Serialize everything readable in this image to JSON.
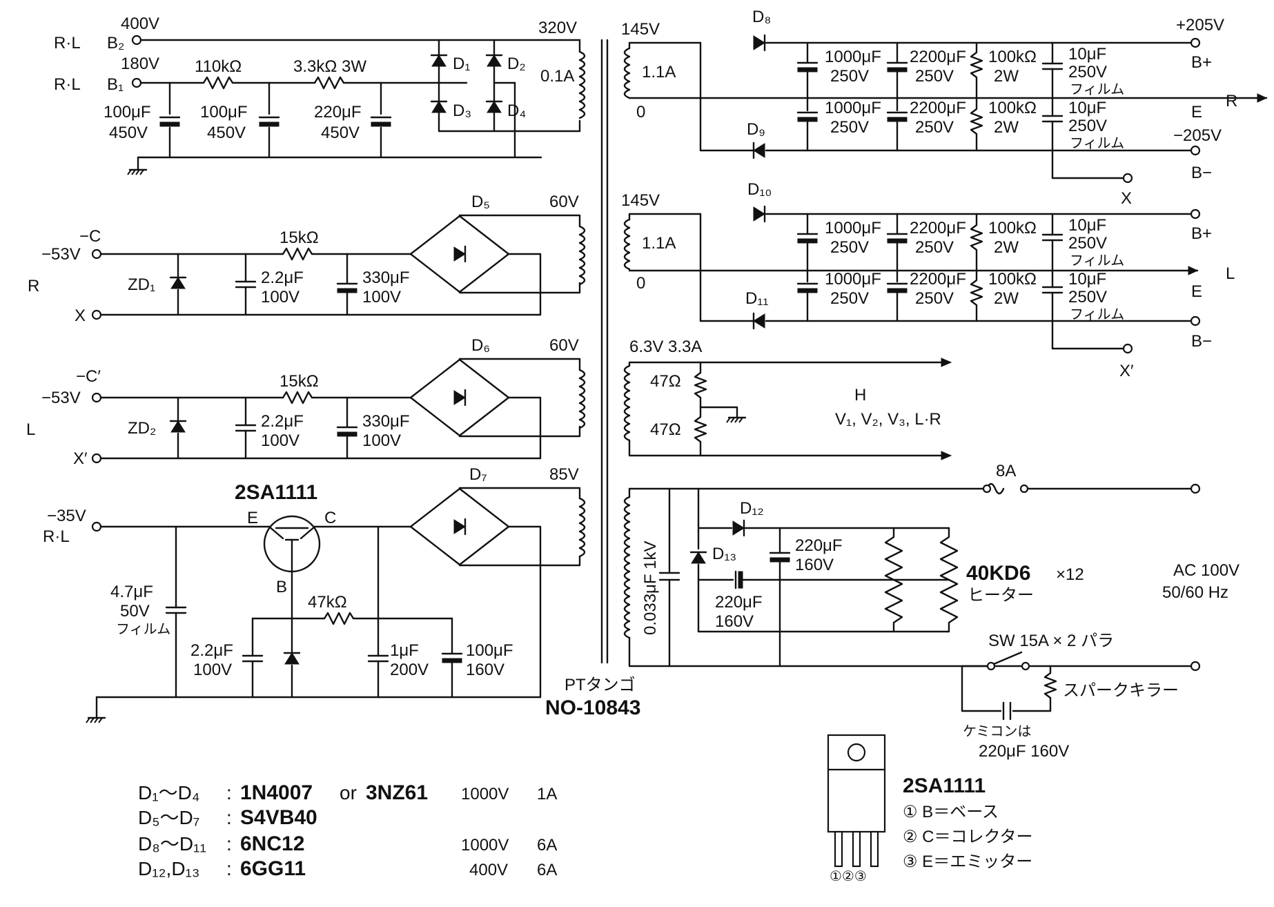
{
  "transformer": {
    "name": "PTタンゴ",
    "model": "NO-10843"
  },
  "top_supply": {
    "outputs": [
      {
        "node": "B₂",
        "voltage": "400V",
        "channel": "R·L"
      },
      {
        "node": "B₁",
        "voltage": "180V",
        "channel": "R·L"
      }
    ],
    "resistors": [
      "110kΩ",
      "3.3kΩ 3W"
    ],
    "capacitors": [
      {
        "value": "100μF",
        "rating": "450V"
      },
      {
        "value": "100μF",
        "rating": "450V"
      },
      {
        "value": "220μF",
        "rating": "450V"
      }
    ],
    "diodes": [
      "D₁",
      "D₂",
      "D₃",
      "D₄"
    ],
    "winding": {
      "voltage": "320V",
      "current": "0.1A"
    }
  },
  "bias_supplies": [
    {
      "channel": "R",
      "terminal": "−C",
      "voltage": "−53V",
      "x_terminal": "X",
      "zener": "ZD₁",
      "resistor": "15kΩ",
      "cap1": {
        "value": "2.2μF",
        "rating": "100V"
      },
      "cap2": {
        "value": "330μF",
        "rating": "100V"
      },
      "bridge": "D₅",
      "winding": "60V"
    },
    {
      "channel": "L",
      "terminal": "−C′",
      "voltage": "−53V",
      "x_terminal": "X′",
      "zener": "ZD₂",
      "resistor": "15kΩ",
      "cap1": {
        "value": "2.2μF",
        "rating": "100V"
      },
      "cap2": {
        "value": "330μF",
        "rating": "100V"
      },
      "bridge": "D₆",
      "winding": "60V"
    }
  ],
  "regulator": {
    "transistor": "2SA1111",
    "pins": {
      "e": "E",
      "c": "C",
      "b": "B"
    },
    "output_voltage": "−35V",
    "channel": "R·L",
    "cap_in": {
      "value": "4.7μF",
      "rating": "50V",
      "type": "フィルム"
    },
    "cap_b": {
      "value": "2.2μF",
      "rating": "100V"
    },
    "resistor": "47kΩ",
    "cap_c1": {
      "value": "1μF",
      "rating": "200V"
    },
    "cap_c2": {
      "value": "100μF",
      "rating": "160V"
    },
    "bridge": "D₇",
    "winding": "85V"
  },
  "hv_supplies": [
    {
      "channel": "R",
      "winding": "145V",
      "current": "1.1A",
      "tap": "0",
      "diode_pos": "D₈",
      "diode_neg": "D₉",
      "b_plus": "+205V",
      "b_minus": "−205V",
      "labels": {
        "bplus": "B+",
        "e": "E",
        "bminus": "B−",
        "x": "X"
      }
    },
    {
      "channel": "L",
      "winding": "145V",
      "current": "1.1A",
      "tap": "0",
      "diode_pos": "D₁₀",
      "diode_neg": "D₁₁",
      "b_plus": "",
      "b_minus": "",
      "labels": {
        "bplus": "B+",
        "e": "E",
        "bminus": "B−",
        "x": "X′"
      }
    }
  ],
  "hv_components": {
    "c1": {
      "value": "1000μF",
      "rating": "250V"
    },
    "c2": {
      "value": "2200μF",
      "rating": "250V"
    },
    "r": {
      "value": "100kΩ",
      "rating": "2W"
    },
    "c3": {
      "value": "10μF",
      "rating": "250V",
      "type": "フィルム"
    }
  },
  "heater_supply": {
    "winding": "6.3V 3.3A",
    "resistors": [
      "47Ω",
      "47Ω"
    ],
    "label_h": "H",
    "tubes": "V₁, V₂, V₃, L·R"
  },
  "mains": {
    "fuse": "8A",
    "cap": "0.033μF 1kV",
    "diode_a": "D₁₂",
    "diode_b": "D₁₃",
    "cap_a": {
      "value": "220μF",
      "rating": "160V"
    },
    "cap_b": {
      "value": "220μF",
      "rating": "160V"
    },
    "heater_tubes": "40KD6",
    "heater_count": "×12",
    "heater_label": "ヒーター",
    "ac": "AC 100V",
    "freq": "50/60 Hz",
    "switch": "SW 15A × 2 パラ",
    "spark_killer": "スパークキラー",
    "kemicon_note": [
      "ケミコンは",
      "220μF 160V"
    ]
  },
  "parts_list": [
    {
      "ref": "D₁～D₄",
      "part": "1N4007",
      "or": "or",
      "alt": "3NZ61",
      "voltage": "1000V",
      "current": "1A"
    },
    {
      "ref": "D₅～D₇",
      "part": "S4VB40",
      "or": "",
      "alt": "",
      "voltage": "",
      "current": ""
    },
    {
      "ref": "D₈～D₁₁",
      "part": "6NC12",
      "or": "",
      "alt": "",
      "voltage": "1000V",
      "current": "6A"
    },
    {
      "ref": "D₁₂,D₁₃",
      "part": "6GG11",
      "or": "",
      "alt": "",
      "voltage": "400V",
      "current": "6A"
    }
  ],
  "pinout": {
    "title": "2SA1111",
    "pins": [
      "① B＝ベース",
      "② C＝コレクター",
      "③ E＝エミッター"
    ],
    "pin_numbers": "①②③"
  }
}
